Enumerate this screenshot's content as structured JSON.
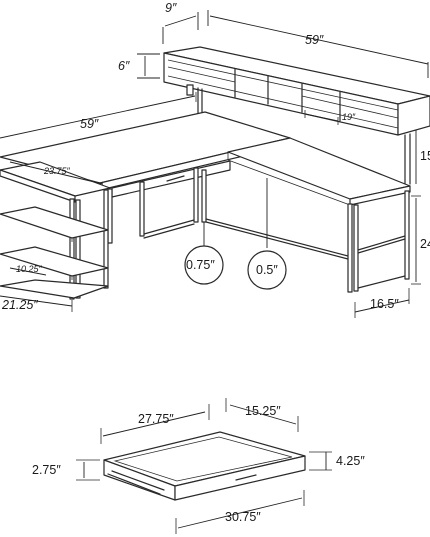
{
  "dimensions": {
    "shelf_depth": "9″",
    "shelf_width": "59″",
    "shelf_height": "6″",
    "compartment_width": "19″",
    "desk_width": "59″",
    "side_width": "23.75″",
    "side_shelf": "10.25″",
    "side_depth": "21.25″",
    "clearance_a": "0.75″",
    "clearance_b": "0.5″",
    "desk_depth": "16.5″",
    "riser_height": "15",
    "desk_height": "24",
    "drawer_width": "27.75″",
    "drawer_depth": "15.25″",
    "drawer_front_height": "2.75″",
    "drawer_height": "4.25″",
    "drawer_overall": "30.75″"
  }
}
